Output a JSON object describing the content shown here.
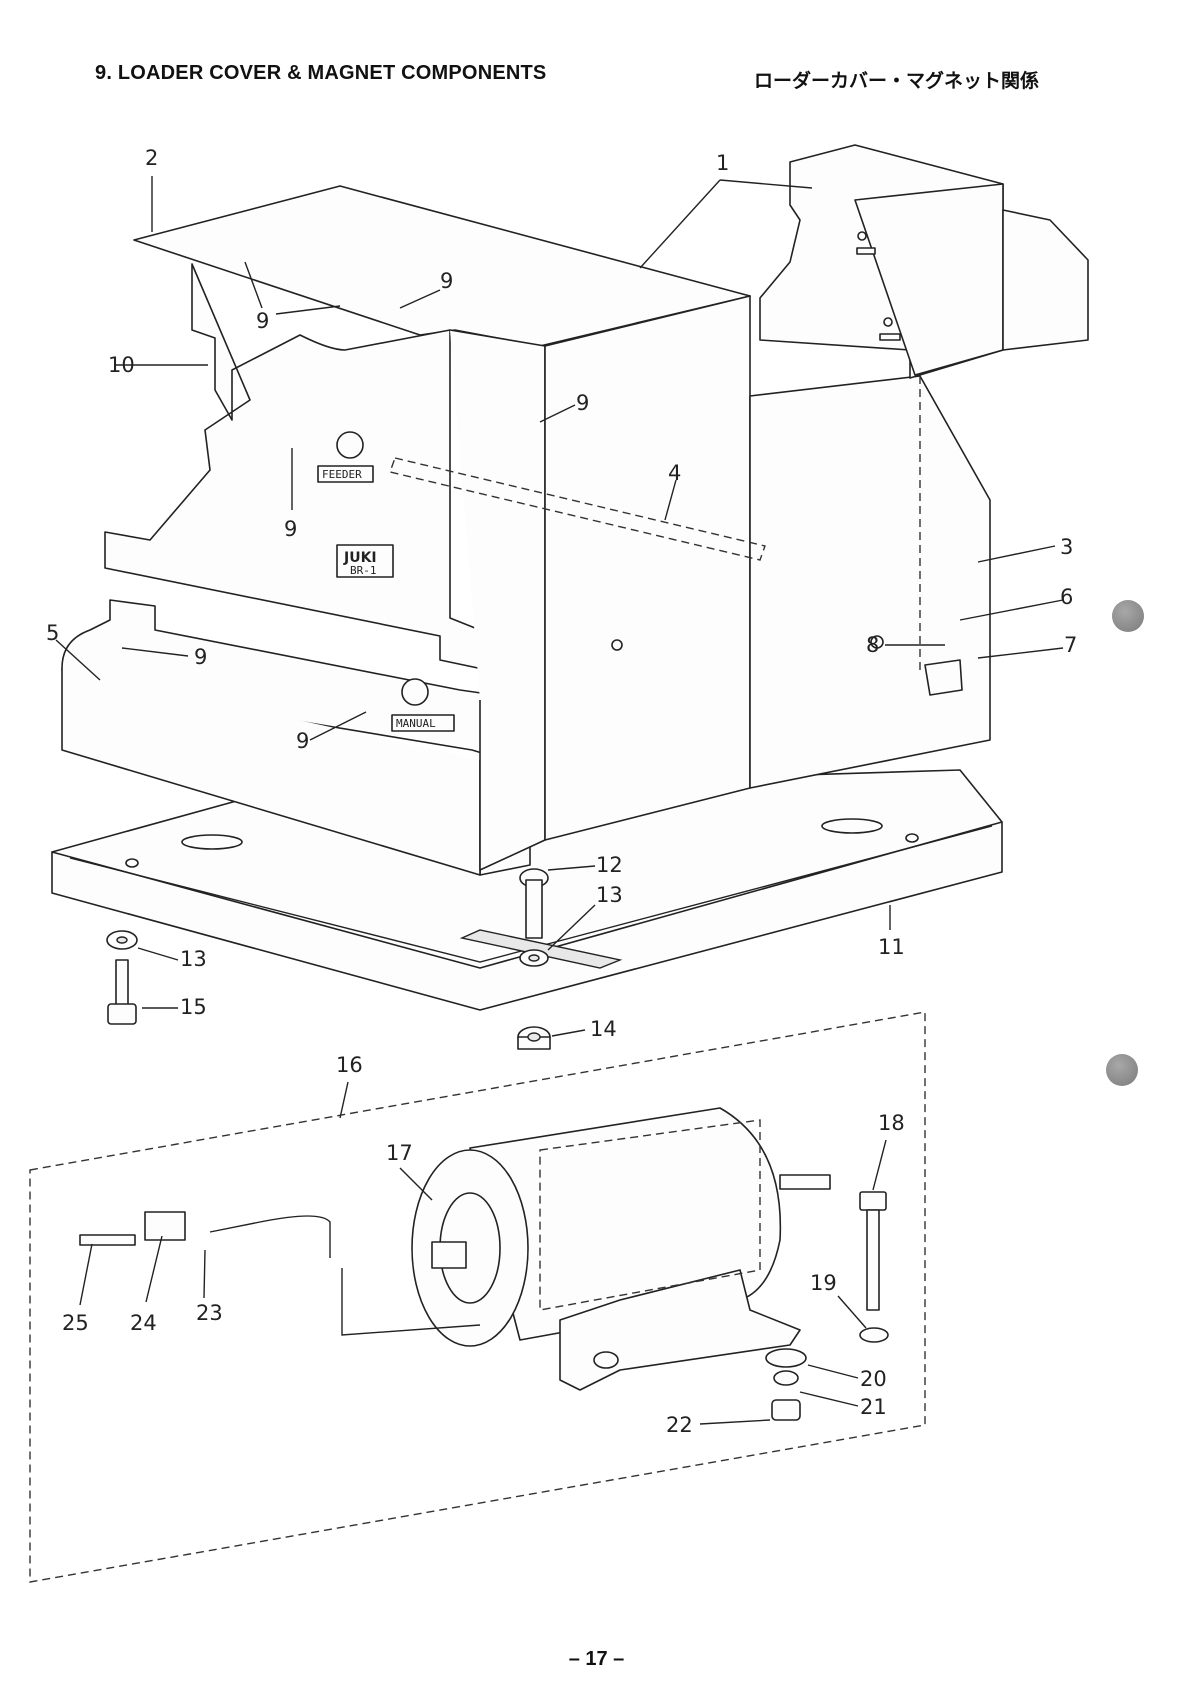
{
  "header": {
    "section_title": "9.  LOADER COVER & MAGNET COMPONENTS",
    "section_title_jp": "ローダーカバー・マグネット関係"
  },
  "page_number": "– 17 –",
  "panel_labels": {
    "feeder": "FEEDER",
    "juki": "JUKI",
    "model": "BR-1",
    "manual": "MANUAL"
  },
  "callouts": {
    "c1": "1",
    "c2": "2",
    "c3": "3",
    "c4": "4",
    "c5": "5",
    "c6": "6",
    "c7": "7",
    "c8": "8",
    "c9a": "9",
    "c9b": "9",
    "c9c": "9",
    "c9d": "9",
    "c9e": "9",
    "c9f": "9",
    "c10": "10",
    "c11": "11",
    "c12": "12",
    "c13a": "13",
    "c13b": "13",
    "c14": "14",
    "c15": "15",
    "c16": "16",
    "c17": "17",
    "c18": "18",
    "c19": "19",
    "c20": "20",
    "c21": "21",
    "c22": "22",
    "c23": "23",
    "c24": "24",
    "c25": "25"
  },
  "icons": {
    "binder_hole": "binder-hole-icon"
  }
}
